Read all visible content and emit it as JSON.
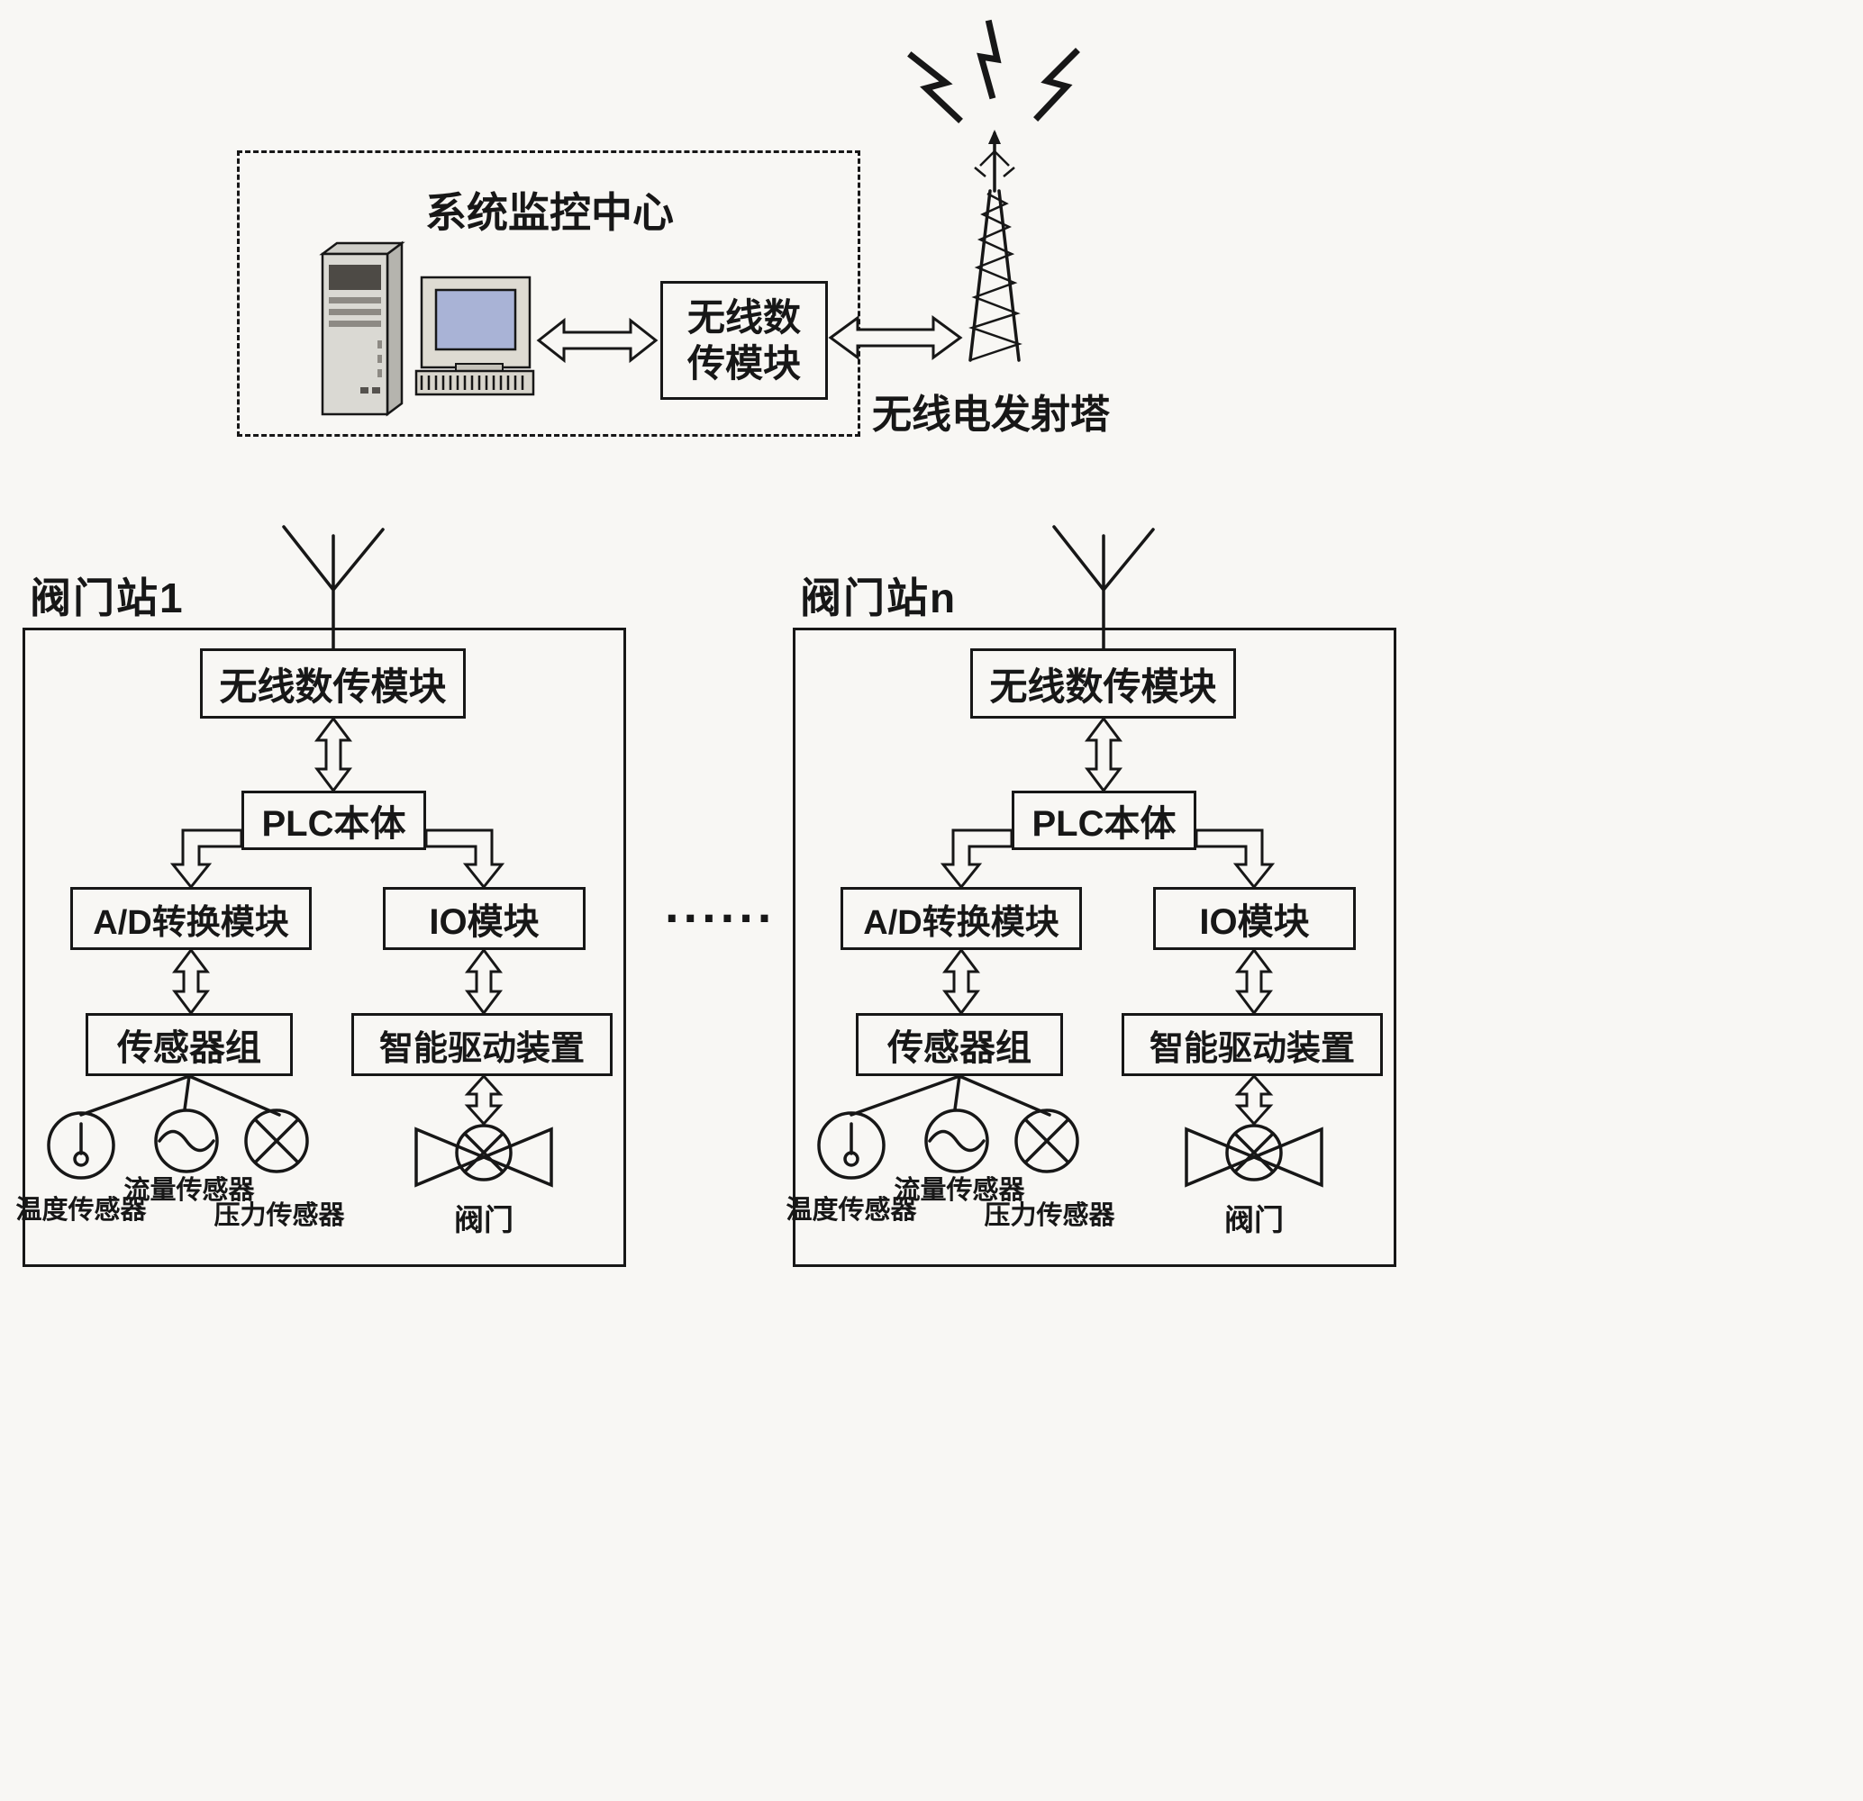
{
  "colors": {
    "background": "#f8f7f4",
    "ink": "#171717",
    "monitor_screen": "#a9b3d6"
  },
  "monitor_center": {
    "title": "系统监控中心",
    "wireless_module_line1": "无线数",
    "wireless_module_line2": "传模块",
    "tower_label": "无线电发射塔"
  },
  "separator_dots": "......",
  "stations": [
    {
      "title": "阀门站1",
      "wireless_module": "无线数传模块",
      "plc": "PLC本体",
      "ad_module": "A/D转换模块",
      "io_module": "IO模块",
      "sensor_group": "传感器组",
      "drive_device": "智能驱动装置",
      "temperature_sensor": "温度传感器",
      "flow_sensor": "流量传感器",
      "pressure_sensor": "压力传感器",
      "valve": "阀门"
    },
    {
      "title": "阀门站n",
      "wireless_module": "无线数传模块",
      "plc": "PLC本体",
      "ad_module": "A/D转换模块",
      "io_module": "IO模块",
      "sensor_group": "传感器组",
      "drive_device": "智能驱动装置",
      "temperature_sensor": "温度传感器",
      "flow_sensor": "流量传感器",
      "pressure_sensor": "压力传感器",
      "valve": "阀门"
    }
  ]
}
